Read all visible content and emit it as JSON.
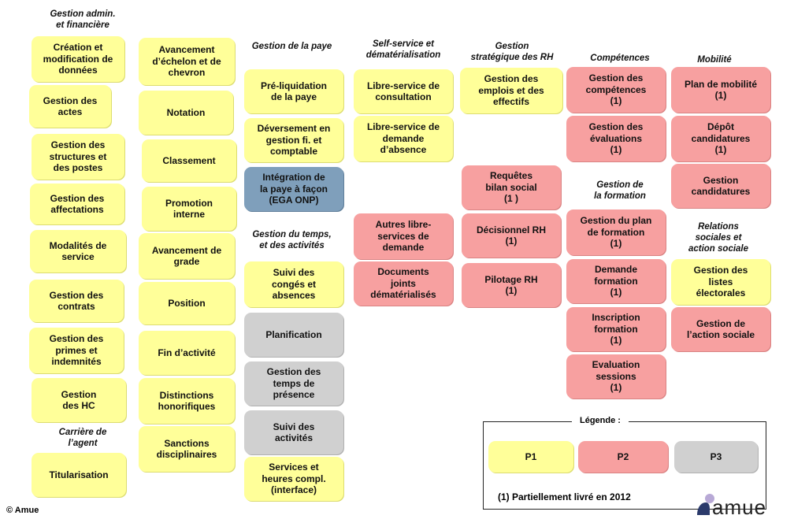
{
  "headers": [
    {
      "id": "header-gestion-admin",
      "text": "Gestion admin.\net financière"
    },
    {
      "id": "header-carriere",
      "text": "Carrière de\nl’agent"
    },
    {
      "id": "header-paye",
      "text": "Gestion de la paye"
    },
    {
      "id": "header-temps",
      "text": "Gestion du temps,\net des activités"
    },
    {
      "id": "header-self-service",
      "text": "Self-service et\ndématérialisation"
    },
    {
      "id": "header-strategique",
      "text": "Gestion\nstratégique des RH"
    },
    {
      "id": "header-competences",
      "text": "Compétences"
    },
    {
      "id": "header-formation",
      "text": "Gestion de\nla formation"
    },
    {
      "id": "header-mobilite",
      "text": "Mobilité"
    },
    {
      "id": "header-relations",
      "text": "Relations\nsociales et\naction sociale"
    }
  ],
  "boxes": [
    {
      "id": "creation-modification-donnees",
      "text": "Création et\nmodification de\ndonnées",
      "priority": "P1"
    },
    {
      "id": "gestion-actes",
      "text": "Gestion des\nactes",
      "priority": "P1"
    },
    {
      "id": "gestion-structures-postes",
      "text": "Gestion des\nstructures et\ndes postes",
      "priority": "P1"
    },
    {
      "id": "gestion-affectations",
      "text": "Gestion des\naffectations",
      "priority": "P1"
    },
    {
      "id": "modalites-service",
      "text": "Modalités de\nservice",
      "priority": "P1"
    },
    {
      "id": "gestion-contrats",
      "text": "Gestion des\ncontrats",
      "priority": "P1"
    },
    {
      "id": "gestion-primes-indemnites",
      "text": "Gestion des\nprimes et\nindemnités",
      "priority": "P1"
    },
    {
      "id": "gestion-hc",
      "text": "Gestion\ndes HC",
      "priority": "P1"
    },
    {
      "id": "titularisation",
      "text": "Titularisation",
      "priority": "P1"
    },
    {
      "id": "avancement-echelon",
      "text": "Avancement\nd’échelon et de\nchevron",
      "priority": "P1"
    },
    {
      "id": "notation",
      "text": "Notation",
      "priority": "P1"
    },
    {
      "id": "classement",
      "text": "Classement",
      "priority": "P1"
    },
    {
      "id": "promotion-interne",
      "text": "Promotion\ninterne",
      "priority": "P1"
    },
    {
      "id": "avancement-grade",
      "text": "Avancement de\ngrade",
      "priority": "P1"
    },
    {
      "id": "position",
      "text": "Position",
      "priority": "P1"
    },
    {
      "id": "fin-activite",
      "text": "Fin d’activité",
      "priority": "P1"
    },
    {
      "id": "distinctions-honorifiques",
      "text": "Distinctions\nhonorifiques",
      "priority": "P1"
    },
    {
      "id": "sanctions-disciplinaires",
      "text": "Sanctions\ndisciplinaires",
      "priority": "P1"
    },
    {
      "id": "pre-liquidation-paye",
      "text": "Pré-liquidation\nde la paye",
      "priority": "P1"
    },
    {
      "id": "deversement-gestion",
      "text": "Déversement en\ngestion fi. et\ncomptable",
      "priority": "P1"
    },
    {
      "id": "integration-paye",
      "text": "Intégration de\nla paye à façon\n(EGA ONP)",
      "priority": "other"
    },
    {
      "id": "suivi-conges",
      "text": "Suivi des\ncongés et\nabsences",
      "priority": "P1"
    },
    {
      "id": "planification",
      "text": "Planification",
      "priority": "P3"
    },
    {
      "id": "gestion-temps-presence",
      "text": "Gestion des\ntemps de\nprésence",
      "priority": "P3"
    },
    {
      "id": "suivi-activites",
      "text": "Suivi des\nactivités",
      "priority": "P3"
    },
    {
      "id": "services-heures-compl",
      "text": "Services et\nheures compl.\n(interface)",
      "priority": "P1"
    },
    {
      "id": "libre-service-consultation",
      "text": "Libre-service de\nconsultation",
      "priority": "P1"
    },
    {
      "id": "libre-service-absence",
      "text": "Libre-service de\ndemande\nd’absence",
      "priority": "P1"
    },
    {
      "id": "autres-libre-services",
      "text": "Autres libre-\nservices de\ndemande",
      "priority": "P2"
    },
    {
      "id": "documents-joints",
      "text": "Documents\njoints\ndématérialisés",
      "priority": "P2"
    },
    {
      "id": "gestion-emplois-effectifs",
      "text": "Gestion des\nemplois et des\neffectifs",
      "priority": "P1"
    },
    {
      "id": "requetes-bilan-social",
      "text": "Requêtes\nbilan social\n(1 )",
      "priority": "P2"
    },
    {
      "id": "decisionnel-rh",
      "text": "Décisionnel RH\n(1)",
      "priority": "P2"
    },
    {
      "id": "pilotage-rh",
      "text": "Pilotage RH\n(1)",
      "priority": "P2"
    },
    {
      "id": "gestion-competences",
      "text": "Gestion des\ncompétences\n(1)",
      "priority": "P2"
    },
    {
      "id": "gestion-evaluations",
      "text": "Gestion des\névaluations\n(1)",
      "priority": "P2"
    },
    {
      "id": "gestion-plan-formation",
      "text": "Gestion du plan\nde formation\n(1)",
      "priority": "P2"
    },
    {
      "id": "demande-formation",
      "text": "Demande\nformation\n(1)",
      "priority": "P2"
    },
    {
      "id": "inscription-formation",
      "text": "Inscription\nformation\n(1)",
      "priority": "P2"
    },
    {
      "id": "evaluation-sessions",
      "text": "Evaluation\nsessions\n(1)",
      "priority": "P2"
    },
    {
      "id": "plan-mobilite",
      "text": "Plan de mobilité\n(1)",
      "priority": "P2"
    },
    {
      "id": "depot-candidatures",
      "text": "Dépôt\ncandidatures\n(1)",
      "priority": "P2"
    },
    {
      "id": "gestion-candidatures",
      "text": "Gestion\ncandidatures",
      "priority": "P2"
    },
    {
      "id": "gestion-listes-electorales",
      "text": "Gestion des\nlistes\nélectorales",
      "priority": "P1"
    },
    {
      "id": "gestion-action-sociale",
      "text": "Gestion de\nl’action sociale",
      "priority": "P2"
    }
  ],
  "legend": {
    "title": "Légende :",
    "p1": "P1",
    "p2": "P2",
    "p3": "P3",
    "note": "(1) Partiellement livré en 2012"
  },
  "colors": {
    "P1": "#ffff99",
    "P2": "#f7a0a0",
    "P3": "#d0d0d0",
    "other": "#7f9fbb"
  },
  "footer": {
    "copyright": "© Amue",
    "logo_text": "amue"
  }
}
